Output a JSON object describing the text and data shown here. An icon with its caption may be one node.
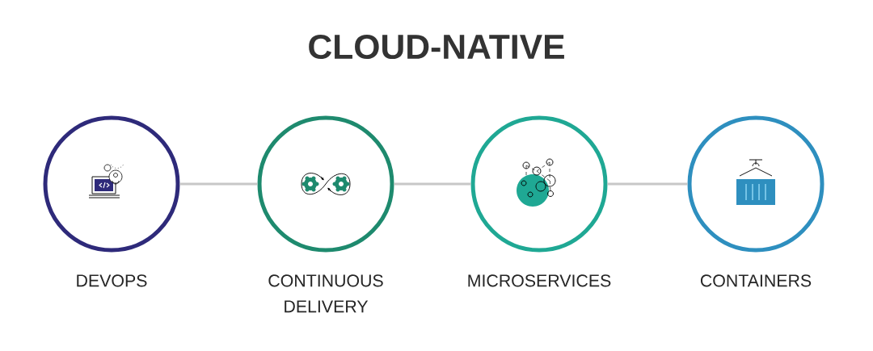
{
  "diagram": {
    "title": "CLOUD-NATIVE",
    "nodes": [
      {
        "text": [
          "DEVOPS"
        ]
      },
      {
        "text": [
          "CONTINUOUS DELIVERY"
        ]
      },
      {
        "text": [
          "MICROSERVICES"
        ]
      },
      {
        "text": [
          "CONTAINERS"
        ]
      }
    ],
    "edges": [
      {
        "from": 0,
        "to": 1,
        "arrow": "none"
      },
      {
        "from": 1,
        "to": 2,
        "arrow": "none"
      },
      {
        "from": 2,
        "to": 3,
        "arrow": "none"
      }
    ]
  }
}
